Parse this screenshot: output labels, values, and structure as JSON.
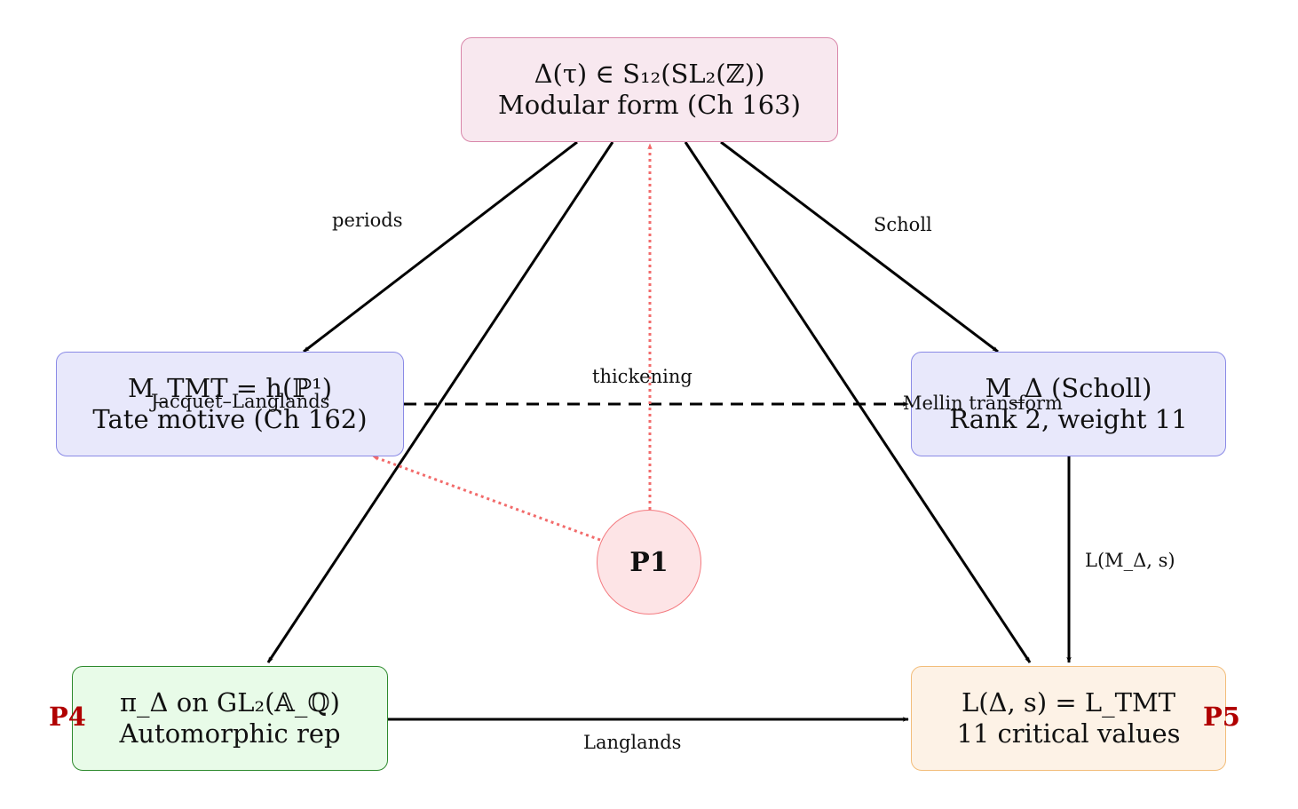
{
  "nodes": {
    "delta": {
      "line1": "Δ(τ) ∈ S₁₂(SL₂(ℤ))",
      "line2": "Modular form (Ch 163)",
      "color": "#f8e8ef"
    },
    "tmt": {
      "line1": "M_TMT = h(ℙ¹)",
      "line2": "Tate motive (Ch 162)",
      "color": "#e8e8fb"
    },
    "scholl": {
      "line1": "M_Δ (Scholl)",
      "line2": "Rank 2, weight 11",
      "color": "#e8e8fb"
    },
    "automorphic": {
      "line1": "π_Δ on GL₂(𝔸_ℚ)",
      "line2": "Automorphic rep",
      "color": "#e8fbe8"
    },
    "lfunction": {
      "line1": "L(Δ, s) = L_TMT",
      "line2": "11 critical values",
      "color": "#fdf2e6"
    }
  },
  "edges": {
    "periods": "periods",
    "scholl": "Scholl",
    "thickening": "thickening",
    "jacquet_langlands": "Jacquet–Langlands",
    "mellin": "Mellin transform",
    "l_motive": "L(M_Δ, s)",
    "langlands": "Langlands"
  },
  "markers": {
    "p1": "P1",
    "p4": "P4",
    "p5": "P5"
  },
  "colors": {
    "marker_text": "#b00000",
    "highlight_arrow": "#f26b6b",
    "arrow": "#000000"
  }
}
